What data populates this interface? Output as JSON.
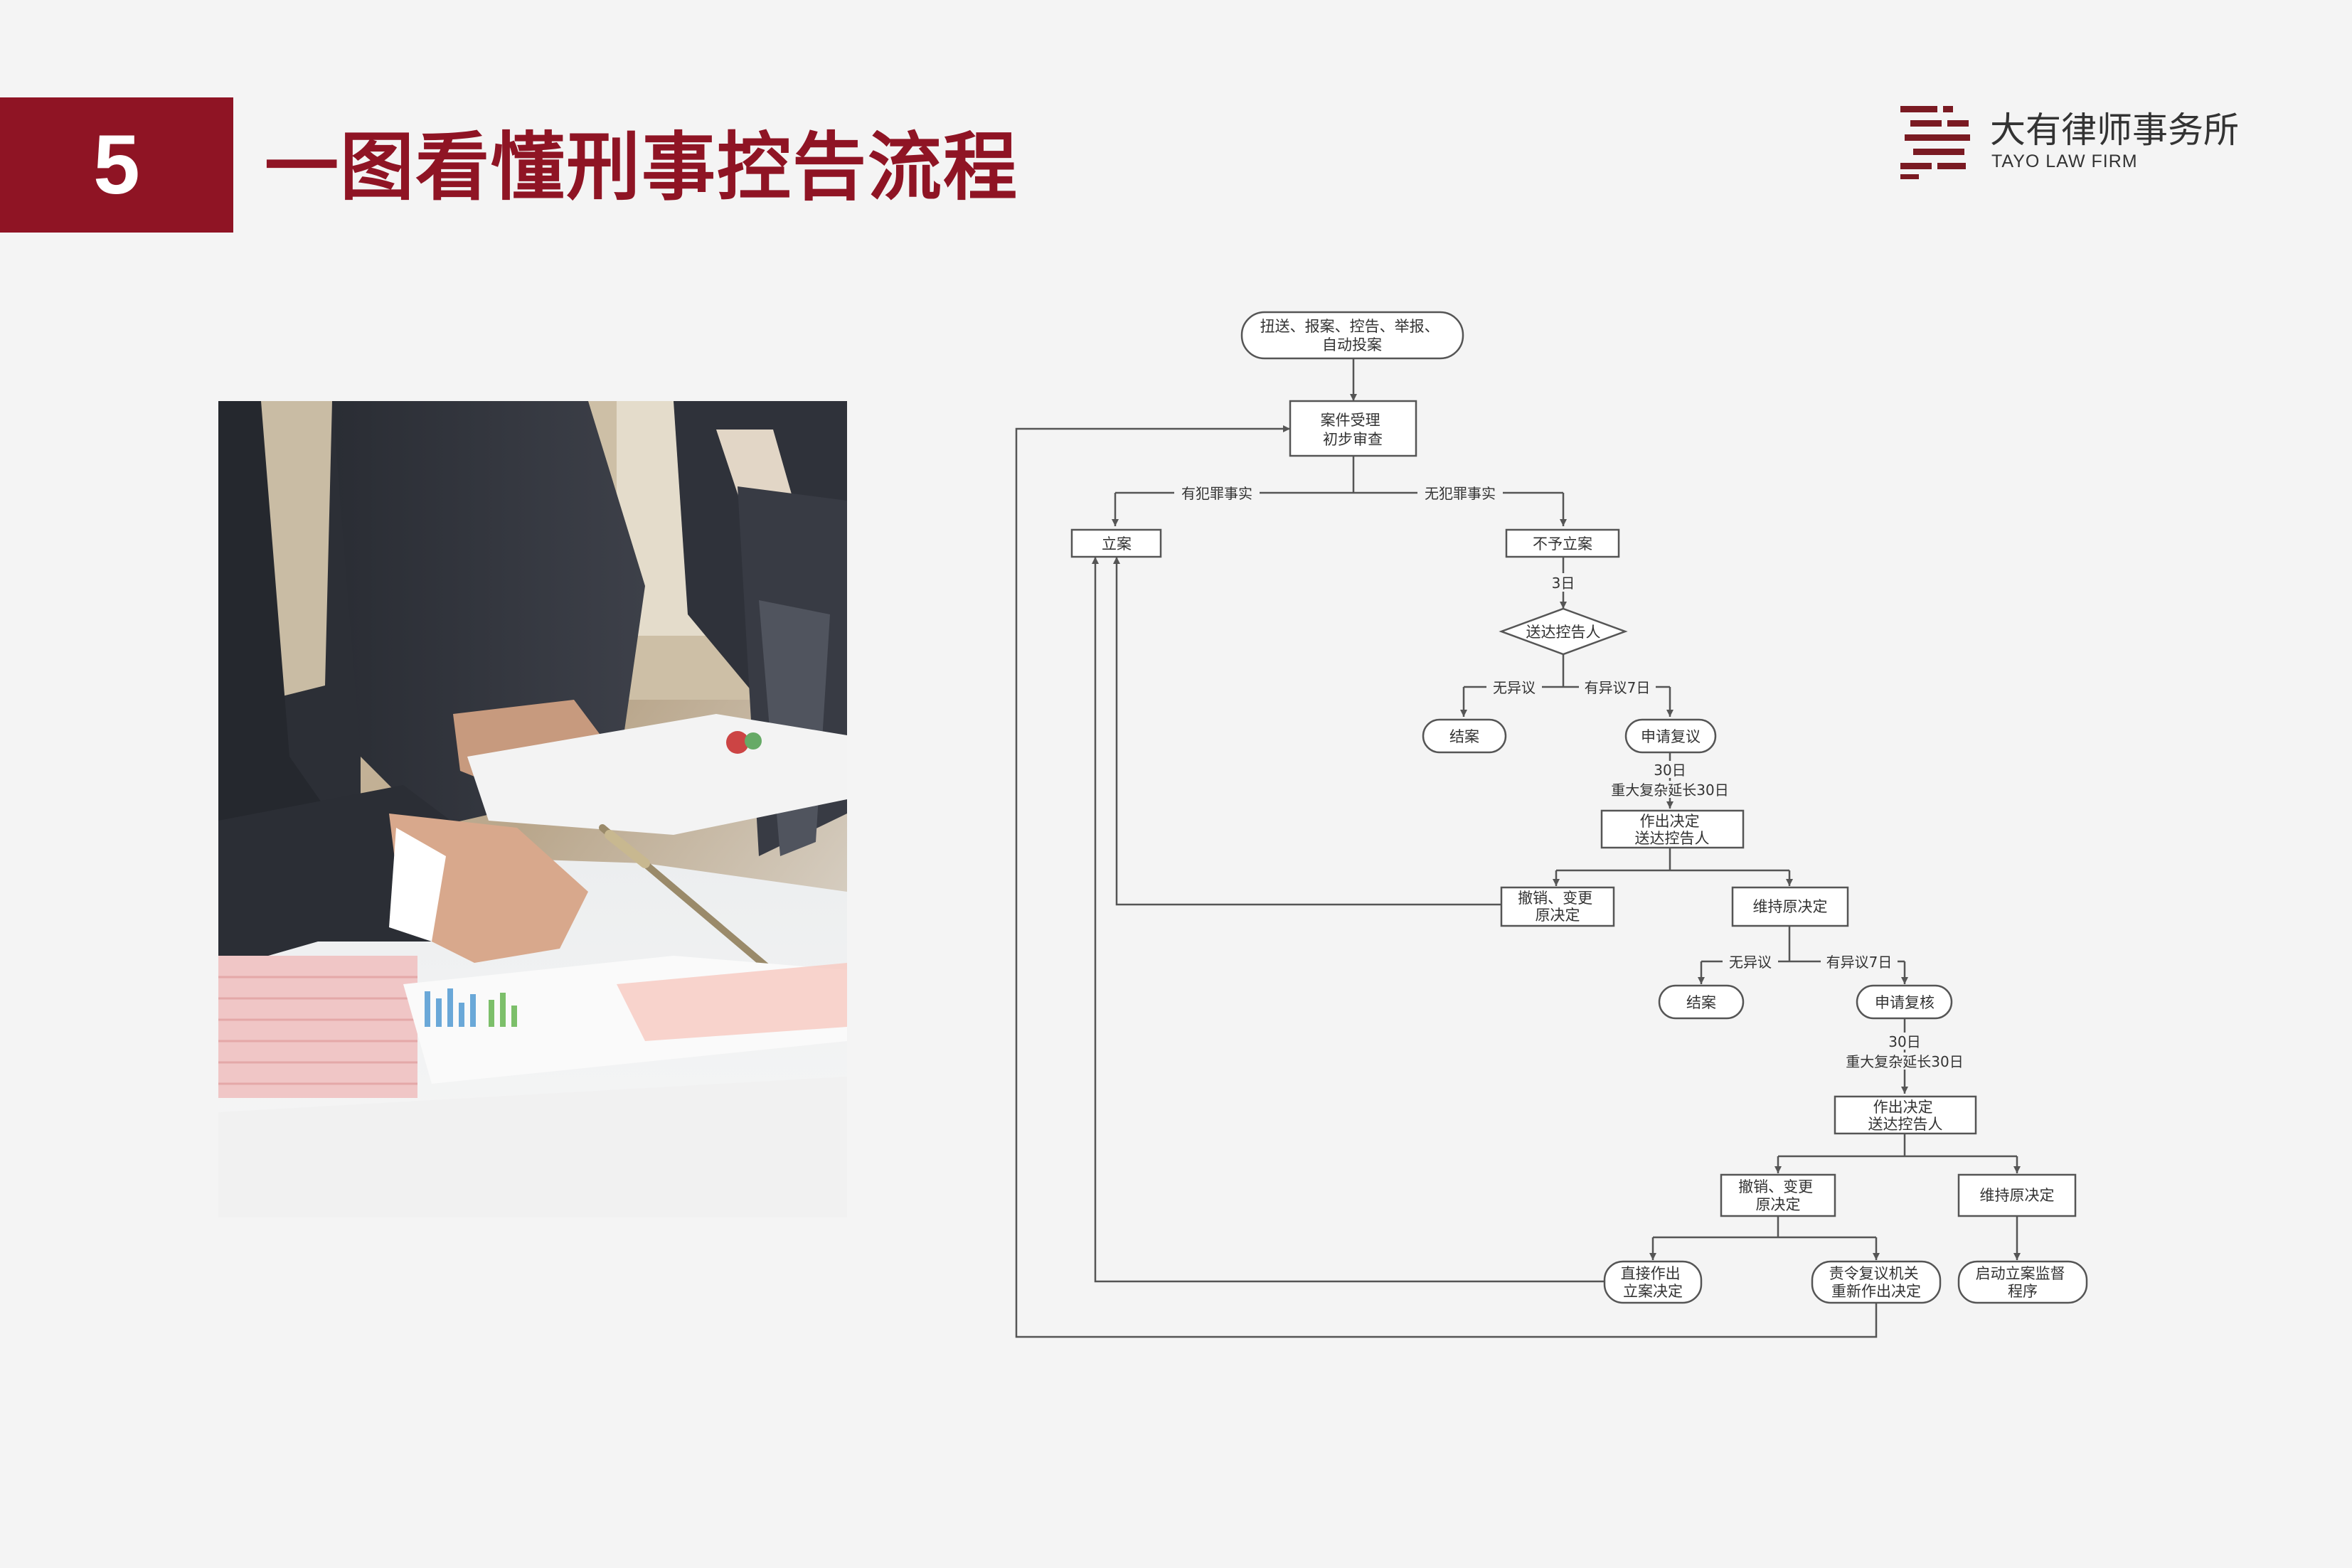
{
  "header": {
    "number": "5",
    "title": "一图看懂刑事控告流程",
    "brand_color": "#8f1424"
  },
  "logo": {
    "cn": "大有律师事务所",
    "en": "TAYO LAW FIRM"
  },
  "photo": {
    "subject": "business-meeting-document-signing"
  },
  "flow": {
    "nodes": {
      "n_start": [
        "扭送、报案、控告、举报、",
        "自动投案"
      ],
      "n_accept": [
        "案件受理",
        "初步审查"
      ],
      "n_lian": [
        "立案"
      ],
      "n_buyu": [
        "不予立案"
      ],
      "n_songda1": [
        "送达控告人"
      ],
      "n_jiean1": [
        "结案"
      ],
      "n_fuyi": [
        "申请复议"
      ],
      "n_decide1": [
        "作出决定",
        "送达控告人"
      ],
      "n_revoke1": [
        "撤销、变更",
        "原决定"
      ],
      "n_keep1": [
        "维持原决定"
      ],
      "n_jiean2": [
        "结案"
      ],
      "n_fuhe": [
        "申请复核"
      ],
      "n_decide2": [
        "作出决定",
        "送达控告人"
      ],
      "n_revoke2": [
        "撤销、变更",
        "原决定"
      ],
      "n_keep2": [
        "维持原决定"
      ],
      "n_direct": [
        "直接作出",
        "立案决定"
      ],
      "n_order": [
        "责令复议机关",
        "重新作出决定"
      ],
      "n_supervise": [
        "启动立案监督",
        "程序"
      ]
    },
    "edges": {
      "e_crime": "有犯罪事实",
      "e_nocrime": "无犯罪事实",
      "e_3days": "3日",
      "e_noobj1": "无异议",
      "e_obj1": "有异议7日",
      "e_30a": "30日",
      "e_30a_ext": "重大复杂延长30日",
      "e_noobj2": "无异议",
      "e_obj2": "有异议7日",
      "e_30b": "30日",
      "e_30b_ext": "重大复杂延长30日"
    }
  }
}
